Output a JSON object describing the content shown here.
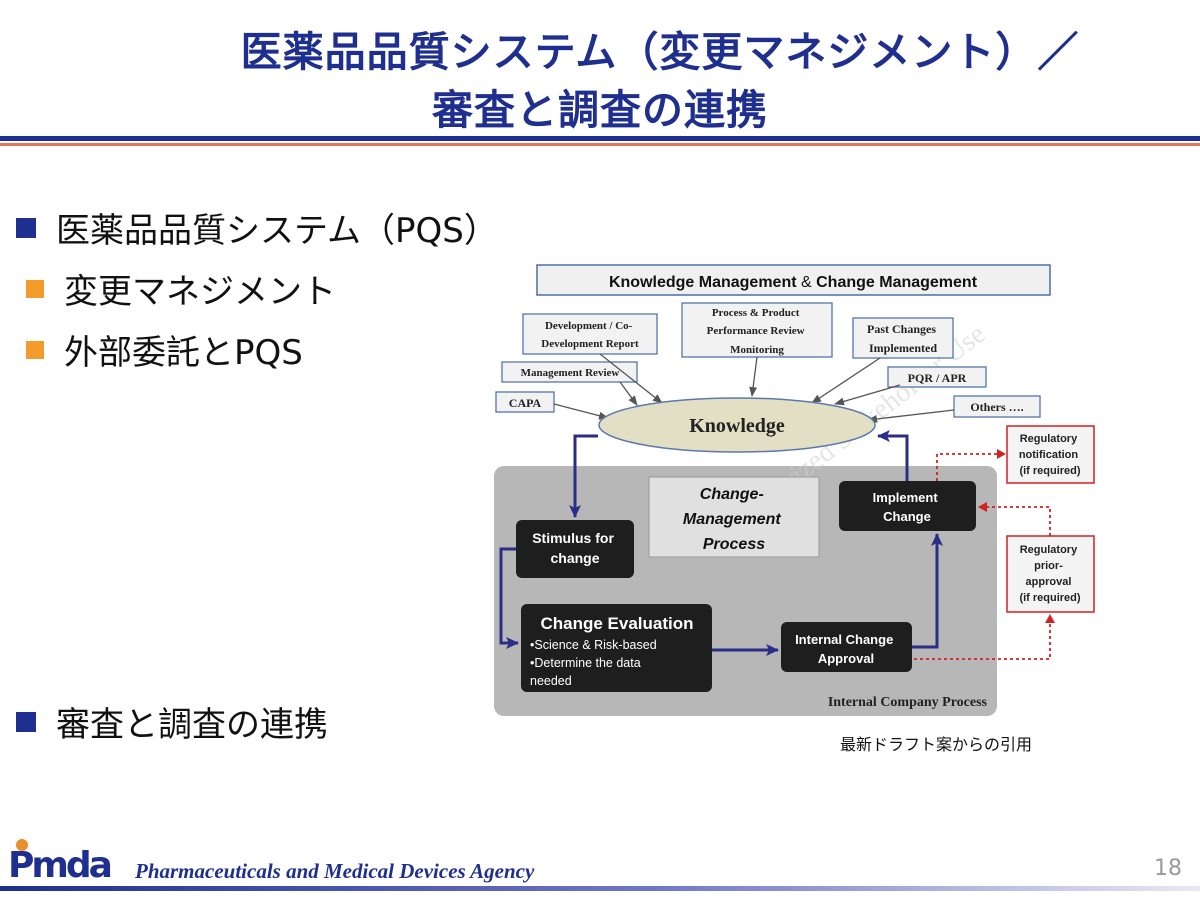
{
  "slide": {
    "title_line1": "医薬品品質システム（変更マネジメント）／",
    "title_line2": "審査と調査の連携",
    "bullets": [
      {
        "text": "医薬品品質システム（PQS）",
        "level": 1
      },
      {
        "text": "変更マネジメント",
        "level": 2
      },
      {
        "text": "外部委託とPQS",
        "level": 2
      },
      {
        "text": "審査と調査の連携",
        "level": 1
      }
    ],
    "caption": "最新ドラフト案からの引用",
    "footer_agency": "Pharmaceuticals and Medical Devices Agency",
    "logo_text": "Pmda",
    "page_number": "18"
  },
  "diagram": {
    "header": {
      "pre": "Knowledge Management ",
      "amp": "&",
      "post": " Change Management"
    },
    "sources": {
      "dev_report": [
        "Development / Co-",
        "Development Report"
      ],
      "ppr_monitoring": [
        "Process & Product",
        "Performance Review",
        "Monitoring"
      ],
      "past_changes": [
        "Past Changes",
        "Implemented"
      ],
      "mgmt_review": "Management Review",
      "pqr_apr": "PQR / APR",
      "capa": "CAPA",
      "others": "Others …."
    },
    "knowledge": "Knowledge",
    "cmp_label": [
      "Change-",
      "Management",
      "Process"
    ],
    "stimulus": [
      "Stimulus for",
      "change"
    ],
    "evaluation": {
      "title": "Change Evaluation",
      "items": [
        "•Science & Risk-based",
        "•Determine the data",
        "needed"
      ]
    },
    "internal_approval": [
      "Internal Change",
      "Approval"
    ],
    "implement": [
      "Implement",
      "Change"
    ],
    "reg_notification": [
      "Regulatory",
      "notification",
      "(if required)"
    ],
    "reg_prior": [
      "Regulatory",
      "prior-",
      "approval",
      "(if required)"
    ],
    "internal_process": "Internal Company Process",
    "watermark": "Authorized Stakeholder Use",
    "colors": {
      "navy": "#1f2f8f",
      "process_bg": "#b7b7b7",
      "knowledge_fill": "#e3dfc4",
      "regulatory_red": "#d22222",
      "box_dark": "#1e1e1e"
    }
  }
}
